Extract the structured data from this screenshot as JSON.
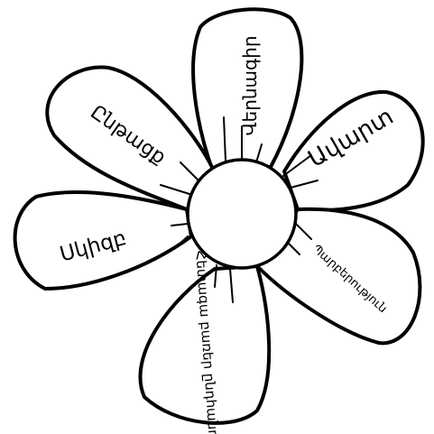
{
  "flower": {
    "petals": [
      {
        "id": "top",
        "label": "Վերնագիր"
      },
      {
        "id": "upper-right",
        "label": "Ավարտ"
      },
      {
        "id": "lower-right",
        "label": "Պարբերություն"
      },
      {
        "id": "bottom",
        "label": "Հետագա բառեր ընդհանուր"
      },
      {
        "id": "left",
        "label": "Սկիզբ"
      },
      {
        "id": "upper-left",
        "label": "Ընթացք"
      }
    ]
  }
}
